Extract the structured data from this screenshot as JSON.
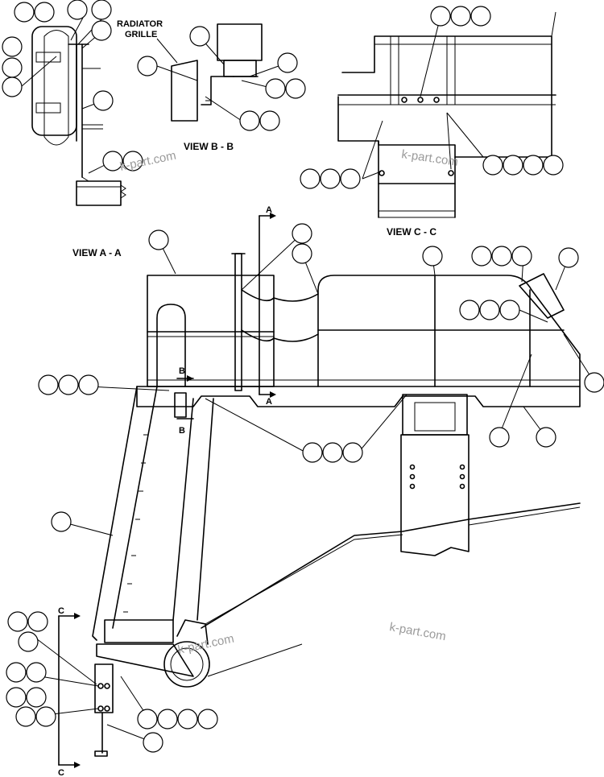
{
  "labels": {
    "radiator_grille_line1": "RADIATOR",
    "radiator_grille_line2": "GRILLE",
    "view_bb": "VIEW B - B",
    "view_cc": "VIEW C - C",
    "view_aa": "VIEW A - A",
    "section_a": "A",
    "section_b": "B",
    "section_c": "C"
  },
  "watermarks": [
    "k-part.com",
    "k-part.com",
    "k-part.com",
    "k-part.com"
  ]
}
